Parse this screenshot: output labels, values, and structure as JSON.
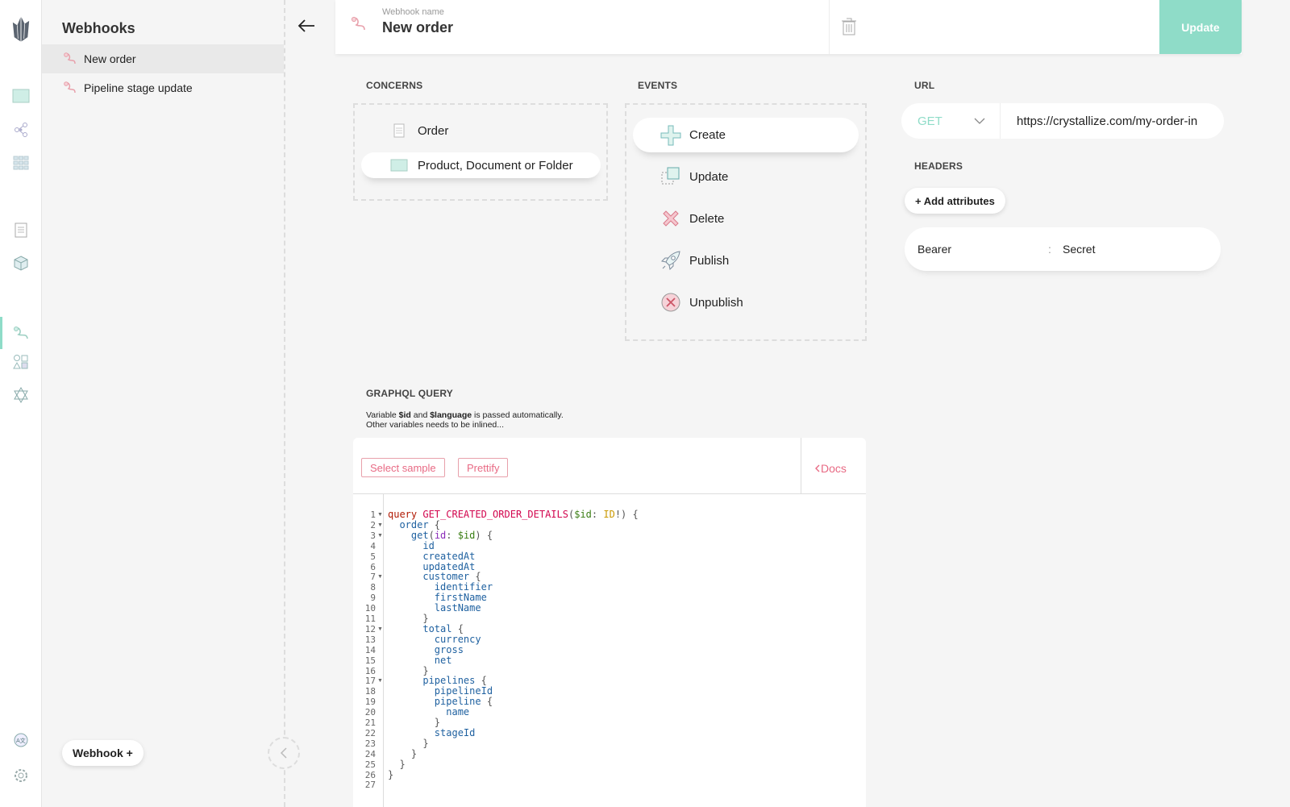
{
  "sidebar": {
    "title": "Webhooks",
    "items": [
      {
        "label": "New order",
        "active": true
      },
      {
        "label": "Pipeline stage update",
        "active": false
      }
    ],
    "add_button": "Webhook +"
  },
  "header": {
    "name_label": "Webhook name",
    "name_value": "New order",
    "update_label": "Update"
  },
  "concerns": {
    "title": "CONCERNS",
    "options": [
      {
        "label": "Order",
        "selected": false,
        "icon": "document-icon"
      },
      {
        "label": "Product, Document or Folder",
        "selected": true,
        "icon": "catalogue-icon"
      }
    ]
  },
  "events": {
    "title": "EVENTS",
    "options": [
      {
        "label": "Create",
        "selected": true,
        "icon": "plus-icon"
      },
      {
        "label": "Update",
        "selected": false,
        "icon": "update-icon"
      },
      {
        "label": "Delete",
        "selected": false,
        "icon": "delete-x-icon"
      },
      {
        "label": "Publish",
        "selected": false,
        "icon": "rocket-icon"
      },
      {
        "label": "Unpublish",
        "selected": false,
        "icon": "unpublish-icon"
      }
    ]
  },
  "url": {
    "title": "URL",
    "method": "GET",
    "value": "https://crystallize.com/my-order-in"
  },
  "headers": {
    "title": "HEADERS",
    "add_label": "+ Add attributes",
    "rows": [
      {
        "key": "Bearer",
        "separator": ":",
        "value": "Secret"
      }
    ]
  },
  "graphql": {
    "title": "GRAPHQL QUERY",
    "desc_1_pre": "Variable ",
    "desc_1_id": "$id",
    "desc_1_mid": " and ",
    "desc_1_lang": "$language",
    "desc_1_post": " is passed automatically.",
    "desc_2": "Other variables needs to be inlined...",
    "select_sample": "Select sample",
    "prettify": "Prettify",
    "docs": "Docs"
  },
  "code_lines": [
    "query GET_CREATED_ORDER_DETAILS($id: ID!) {",
    "  order {",
    "    get(id: $id) {",
    "      id",
    "      createdAt",
    "      updatedAt",
    "      customer {",
    "        identifier",
    "        firstName",
    "        lastName",
    "      }",
    "      total {",
    "        currency",
    "        gross",
    "        net",
    "      }",
    "      pipelines {",
    "        pipelineId",
    "        pipeline {",
    "          name",
    "        }",
    "        stageId",
    "      }",
    "    }",
    "  }",
    "}",
    ""
  ],
  "colors": {
    "accent": "#8fdcc8",
    "link": "#e86a84"
  }
}
